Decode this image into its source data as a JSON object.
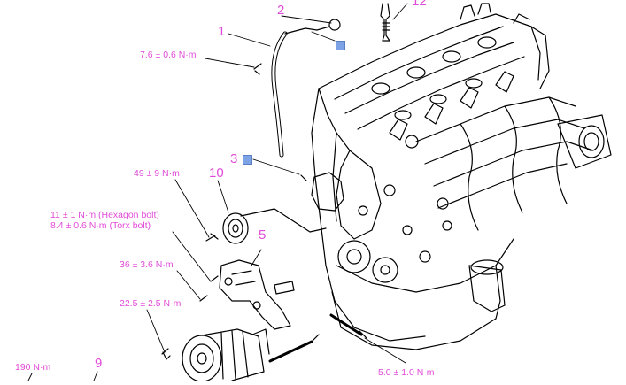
{
  "colors": {
    "label": "#e14ad8",
    "marker": "#7da3e6",
    "line": "#000000",
    "background": "#ffffff"
  },
  "callouts": {
    "c1": "1",
    "c2": "2",
    "c3": "3",
    "c5": "5",
    "c9": "9",
    "c10": "10",
    "c12": "12"
  },
  "torques": {
    "t1": "7.6 ± 0.6 N·m",
    "t2": "49 ± 9 N·m",
    "t3a": "11 ± 1 N·m (Hexagon bolt)",
    "t3b": "8.4 ± 0.6 N·m (Torx bolt)",
    "t4": "36 ± 3.6 N·m",
    "t5": "22.5 ± 2.5 N·m",
    "t6": "5.0 ± 1.0 N·m",
    "t7": "190 N·m"
  },
  "markers": [
    {
      "name": "replace-marker-2"
    },
    {
      "name": "replace-marker-3"
    }
  ],
  "parts": [
    "engine-block",
    "pcv-hose",
    "spark-plug",
    "idler-pulley",
    "alternator-bracket",
    "alternator",
    "alternator-bolt"
  ]
}
